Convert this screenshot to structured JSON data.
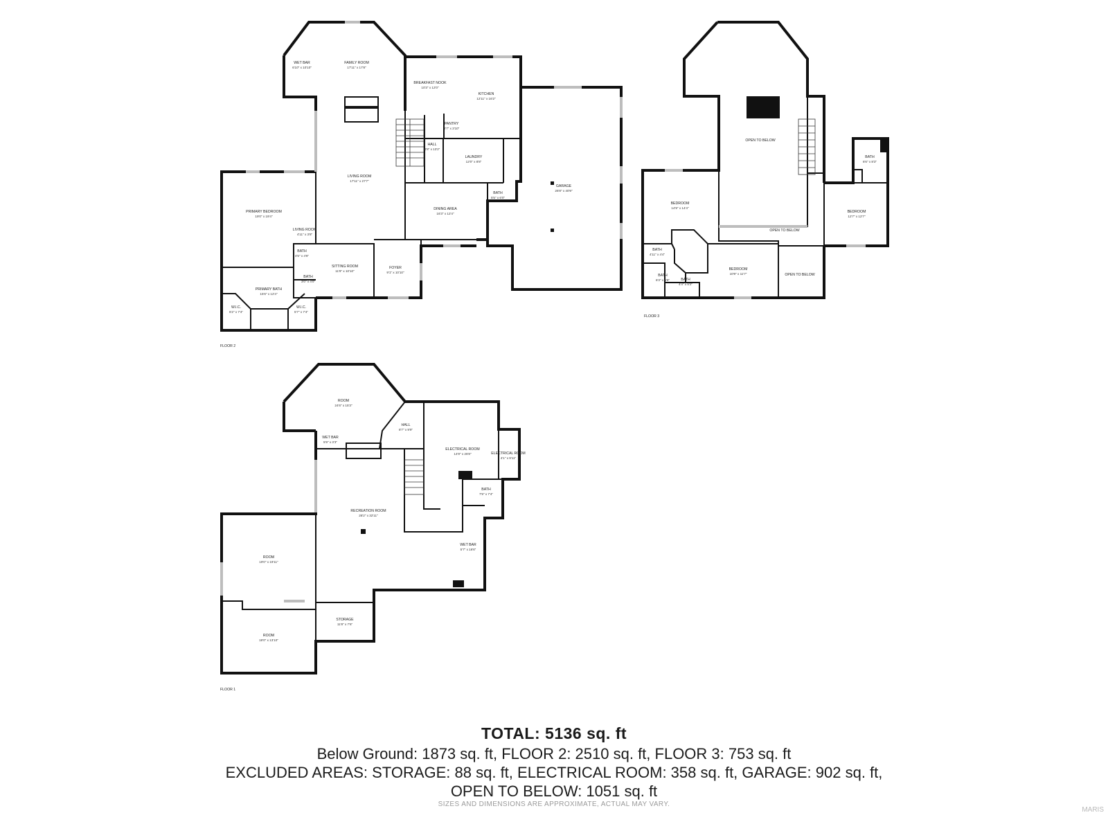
{
  "floors": [
    {
      "id": "floor2",
      "label": "FLOOR 2",
      "rooms": [
        {
          "id": "wet-bar",
          "name": "WET BAR",
          "dims": "6'10\" x 10'10\""
        },
        {
          "id": "family-room",
          "name": "FAMILY ROOM",
          "dims": "17'11\" x 17'8\""
        },
        {
          "id": "breakfast-nook",
          "name": "BREAKFAST NOOK",
          "dims": "10'3\" x 12'0\""
        },
        {
          "id": "kitchen",
          "name": "KITCHEN",
          "dims": "12'11\" x 16'2\""
        },
        {
          "id": "pantry",
          "name": "PANTRY",
          "dims": "3'7\" x 3'10\""
        },
        {
          "id": "hall",
          "name": "HALL",
          "dims": "4'8\" x 13'2\""
        },
        {
          "id": "laundry",
          "name": "LAUNDRY",
          "dims": "12'0\" x 8'8\""
        },
        {
          "id": "living-room",
          "name": "LIVING ROOM",
          "dims": "17'11\" x 27'7\""
        },
        {
          "id": "garage",
          "name": "GARAGE",
          "dims": "26'8\" x 40'9\""
        },
        {
          "id": "bath-a",
          "name": "BATH",
          "dims": "5'5\" x 6'0\""
        },
        {
          "id": "dining-area",
          "name": "DINING AREA",
          "dims": "16'3\" x 12'4\""
        },
        {
          "id": "primary-bedroom",
          "name": "PRIMARY BEDROOM",
          "dims": "19'0\" x 19'4\""
        },
        {
          "id": "living-room-small",
          "name": "LIVING ROOM",
          "dims": "4'11\" x 3'8\""
        },
        {
          "id": "bath-b",
          "name": "BATH",
          "dims": "4'5\" x 4'6\""
        },
        {
          "id": "bath-c",
          "name": "BATH",
          "dims": "3'0\" x 4'0\""
        },
        {
          "id": "sitting-room",
          "name": "SITTING ROOM",
          "dims": "11'9\" x 10'10\""
        },
        {
          "id": "foyer",
          "name": "FOYER",
          "dims": "9'1\" x 10'10\""
        },
        {
          "id": "primary-bath",
          "name": "PRIMARY BATH",
          "dims": "15'6\" x 12'4\""
        },
        {
          "id": "wic-a",
          "name": "W.I.C.",
          "dims": "6'2\" x 7'4\""
        },
        {
          "id": "wic-b",
          "name": "W.I.C.",
          "dims": "5'7\" x 7'4\""
        }
      ]
    },
    {
      "id": "floor3",
      "label": "FLOOR 3",
      "rooms": [
        {
          "id": "open-to-below-a",
          "name": "OPEN TO BELOW",
          "dims": ""
        },
        {
          "id": "bath-d",
          "name": "BATH",
          "dims": "6'6\" x 8'3\""
        },
        {
          "id": "bedroom-a",
          "name": "BEDROOM",
          "dims": "14'9\" x 14'4\""
        },
        {
          "id": "bedroom-b",
          "name": "BEDROOM",
          "dims": "12'7\" x 12'7\""
        },
        {
          "id": "open-to-below-b",
          "name": "OPEN TO BELOW",
          "dims": ""
        },
        {
          "id": "bath-e",
          "name": "BATH",
          "dims": "4'11\" x 4'4\""
        },
        {
          "id": "bedroom-c",
          "name": "BEDROOM",
          "dims": "10'9\" x 11'7\""
        },
        {
          "id": "open-to-below-c",
          "name": "OPEN TO BELOW",
          "dims": ""
        },
        {
          "id": "bath-f",
          "name": "BATH",
          "dims": "6'3\" x 6'8\""
        },
        {
          "id": "bath-g",
          "name": "BATH",
          "dims": "4'4\" x 5'2\""
        }
      ]
    },
    {
      "id": "floor1",
      "label": "FLOOR 1",
      "rooms": [
        {
          "id": "room-a",
          "name": "ROOM",
          "dims": "24'6\" x 15'3\""
        },
        {
          "id": "hall-b",
          "name": "HALL",
          "dims": "8'7\" x 9'9\""
        },
        {
          "id": "wet-bar-b",
          "name": "WET BAR",
          "dims": "5'9\" x 3'3\""
        },
        {
          "id": "electrical-room-a",
          "name": "ELECTRICAL ROOM",
          "dims": "14'9\" x 26'8\""
        },
        {
          "id": "electrical-room-b",
          "name": "ELECTRICAL ROOM",
          "dims": "4'1\" x 9'11\""
        },
        {
          "id": "bath-h",
          "name": "BATH",
          "dims": "7'9\" x 7'4\""
        },
        {
          "id": "recreation-room",
          "name": "RECREATION ROOM",
          "dims": "28'2\" x 32'11\""
        },
        {
          "id": "wet-bar-c",
          "name": "WET BAR",
          "dims": "5'7\" x 16'6\""
        },
        {
          "id": "room-b",
          "name": "ROOM",
          "dims": "19'0\" x 19'11\""
        },
        {
          "id": "storage",
          "name": "STORAGE",
          "dims": "11'8\" x 7'6\""
        },
        {
          "id": "room-c",
          "name": "ROOM",
          "dims": "19'0\" x 13'10\""
        }
      ]
    }
  ],
  "summary": {
    "total": "TOTAL: 5136 sq. ft",
    "line1": "Below Ground: 1873 sq. ft, FLOOR 2: 2510 sq. ft, FLOOR 3: 753 sq. ft",
    "line2": "EXCLUDED AREAS: STORAGE: 88 sq. ft, ELECTRICAL ROOM: 358 sq. ft, GARAGE: 902 sq. ft,",
    "line3": "OPEN TO BELOW: 1051 sq. ft",
    "note": "SIZES AND DIMENSIONS ARE APPROXIMATE, ACTUAL MAY VARY."
  },
  "brand": "MARIS",
  "colors": {
    "wall": "#111111",
    "window": "#bdbdbd",
    "text": "#1a1a1a",
    "note": "#9a9a9a"
  }
}
